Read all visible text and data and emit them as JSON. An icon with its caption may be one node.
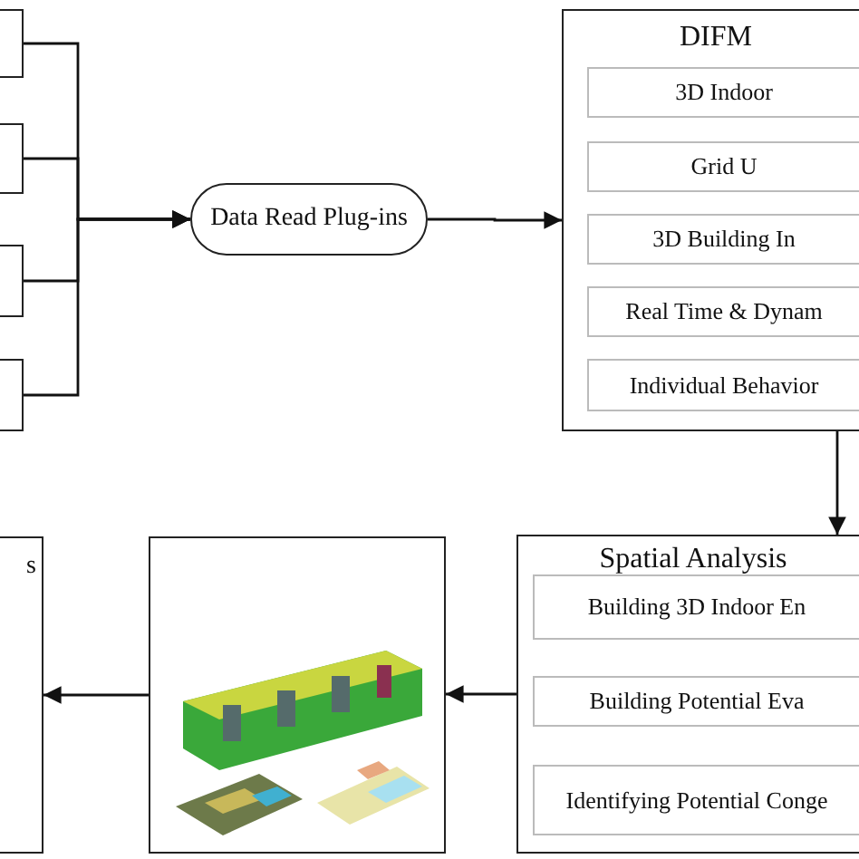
{
  "diagram": {
    "nodes": [
      {
        "text": [],
        "shape": "box"
      },
      {
        "text": [],
        "shape": "box"
      },
      {
        "text": [],
        "shape": "box"
      },
      {
        "text": [],
        "shape": "box"
      },
      {
        "text": [
          "Data Read Plug-ins"
        ]
      },
      {
        "text": [
          "DIFM"
        ]
      },
      {
        "text": [
          "3D Indoor"
        ],
        "in": 5
      },
      {
        "text": [
          "Grid U"
        ],
        "in": 5
      },
      {
        "text": [
          "3D Building In"
        ],
        "in": 5
      },
      {
        "text": [
          "Real Time & Dynam"
        ],
        "in": 5
      },
      {
        "text": [
          "Individual Behavior"
        ],
        "in": 5
      },
      {
        "text": [
          "Spatial Analysis"
        ]
      },
      {
        "text": [
          "Building 3D Indoor En"
        ],
        "in": 11
      },
      {
        "text": [
          "Building Potential Eva"
        ],
        "in": 11
      },
      {
        "text": [
          "Identifying Potential Conge"
        ],
        "in": 11
      },
      {
        "text": [],
        "shape": "picture"
      },
      {
        "text": [
          "s"
        ]
      }
    ],
    "edges": [
      {
        "from": 0,
        "to": 4,
        "arrow": "to"
      },
      {
        "from": 1,
        "to": 4,
        "arrow": "to"
      },
      {
        "from": 2,
        "to": 4,
        "arrow": "to"
      },
      {
        "from": 3,
        "to": 4,
        "arrow": "to"
      },
      {
        "from": 4,
        "to": 5,
        "arrow": "to"
      },
      {
        "from": 5,
        "to": 11,
        "arrow": "to"
      },
      {
        "from": 11,
        "to": 15,
        "arrow": "to"
      },
      {
        "from": 15,
        "to": 16,
        "arrow": "to"
      }
    ]
  }
}
